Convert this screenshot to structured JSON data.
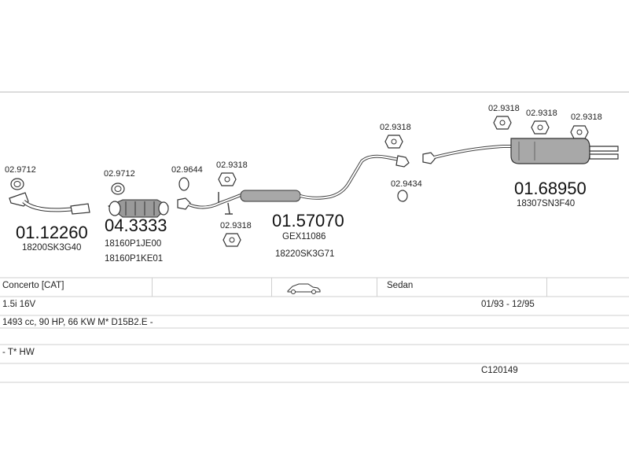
{
  "parts": {
    "p1": {
      "clip": "02.9712",
      "number": "01.12260",
      "refs": [
        "18200SK3G40"
      ]
    },
    "p2": {
      "clip": "02.9712",
      "number": "04.3333",
      "refs": [
        "18160P1JE00",
        "18160P1KE01"
      ]
    },
    "p3": {
      "clip_a": "02.9644",
      "clip_b": "02.9318",
      "clip_c": "02.9318"
    },
    "p4": {
      "number": "01.57070",
      "refs": [
        "GEX11086",
        "18220SK3G71"
      ]
    },
    "p5": {
      "clip_a": "02.9318",
      "clip_b": "02.9434"
    },
    "p6": {
      "clip_a": "02.9318",
      "clip_b": "02.9318",
      "clip_c": "02.9318",
      "number": "01.68950",
      "refs": [
        "18307SN3F40"
      ]
    }
  },
  "table": {
    "model": "Concerto  [CAT]",
    "car_icon": "sedan-car-icon",
    "body": "Sedan",
    "engine": "1.5i 16V",
    "years": "01/93 - 12/95",
    "spec": "1493 cc, 90 HP, 66 KW M* D15B2.E -",
    "extra": "- T* HW",
    "code": "C120149"
  }
}
